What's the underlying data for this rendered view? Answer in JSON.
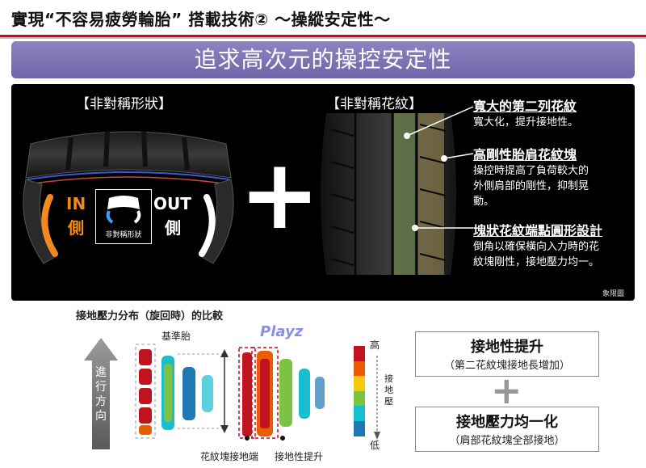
{
  "header": {
    "title": "實現“不容易疲勞輪胎” 搭載技術② ～操縱安定性～"
  },
  "banner": {
    "title": "追求高次元的操控安定性"
  },
  "panel": {
    "left_label": "【非對稱形狀】",
    "right_label": "【非對稱花紋】",
    "in_label_1": "IN",
    "in_label_2": "側",
    "out_label_1": "OUT",
    "out_label_2": "側",
    "icon_caption": "非對稱形狀",
    "plus": "+",
    "annotations": [
      {
        "title": "寬大的第二列花紋",
        "lines": [
          "寬大化，提升接地性。"
        ]
      },
      {
        "title": "高剛性胎肩花紋塊",
        "lines": [
          "操控時提高了負荷較大的",
          "外側肩部的剛性，抑制晃",
          "動。"
        ]
      },
      {
        "title": "塊狀花紋端點圓形設計",
        "lines": [
          "倒角以確保橫向入力時的花",
          "紋塊剛性，接地壓力均一。"
        ]
      }
    ],
    "credit": "象限圖"
  },
  "pressure": {
    "title": "接地壓力分布（旋回時）的比較",
    "direction_label": [
      "進",
      "行",
      "方",
      "向"
    ],
    "standard_label": "基準胎",
    "brand": "Playz",
    "scale_high": "高",
    "scale_low": "低",
    "scale_axis": [
      "接",
      "地",
      "壓"
    ],
    "caption_left": "花紋塊接地端",
    "caption_right": "接地性提升",
    "scale_colors": [
      "#c1121f",
      "#e85d04",
      "#f6c90e",
      "#7cc243",
      "#17becf",
      "#1f77b4"
    ]
  },
  "benefits": [
    {
      "title": "接地性提升",
      "sub": "（第二花紋塊接地長增加）"
    },
    {
      "title": "接地壓力均一化",
      "sub": "（肩部花紋塊全部接地）"
    }
  ],
  "benefit_plus": "+"
}
